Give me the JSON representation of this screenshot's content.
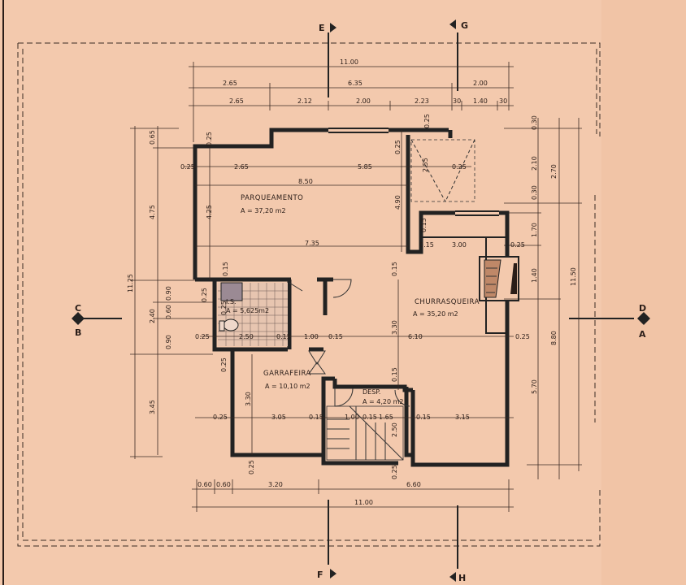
{
  "section_markers": {
    "E": "E",
    "G": "G",
    "F": "F",
    "H": "H",
    "C": "C",
    "B": "B",
    "D": "D",
    "A": "A"
  },
  "rooms": {
    "parqueamento": {
      "name": "PARQUEAMENTO",
      "area": "A = 37,20 m2"
    },
    "churrasqueira": {
      "name": "CHURRASQUEIRA",
      "area": "A = 35,20 m2"
    },
    "is": {
      "name": "I.S.",
      "area": "A = 5,625m2"
    },
    "garrafeira": {
      "name": "GARRAFEIRA",
      "area": "A = 10,10 m2"
    },
    "desp": {
      "name": "DESP.",
      "area": "A = 4,20 m2"
    }
  },
  "dimensions": {
    "top_total": "11.00",
    "top_r2": [
      "2.65",
      "6.35",
      "2.00"
    ],
    "top_r3": [
      "2.65",
      "2.12",
      "2.00",
      "2.23",
      "30",
      "1.40",
      "30"
    ],
    "park_w1": "2.65",
    "park_w2": "5.85",
    "park_total": "8.50",
    "park_wall": "0.25",
    "stair_h": "2.55",
    "stair_w": "0.25",
    "park_bottom": "7.35",
    "park_left_h": "4.25",
    "park_wall_top": "0.25",
    "park_right_h": "4.90",
    "park_right_top": "0.25",
    "left_outer": [
      "0.65",
      "4.75",
      "11.25",
      "2.40",
      "0.90",
      "0.60",
      "0.90",
      "3.45"
    ],
    "right_outer": [
      "0.30",
      "2.10",
      "0.30",
      "2.70",
      "1.70",
      "1.40",
      "11.50",
      "5.70",
      "8.80"
    ],
    "mid": {
      "is_top": "0.15",
      "is_left": "0.25",
      "is_right": "0.25",
      "is_w": "2.50",
      "is_wall": "0.15",
      "row_100": "1.00",
      "row_015": "0.15",
      "churr_w": "6.10",
      "churr_r": "0.25",
      "churr_h": "3.30",
      "churr_top1": "0.15",
      "churr_top2": "3.00",
      "churr_top3": "0.25",
      "churr_step": "0.15",
      "churr_left": "0.15"
    },
    "lower": {
      "garr_left": "0.25",
      "garr_h": "3.30",
      "garr_w": "3.05",
      "garr_wall": "0.15",
      "desp_a": "1.00",
      "desp_b": "0.15",
      "desp_c": "1.65",
      "desp_h": "2.50",
      "desp_r": "0.15",
      "churr_b": "3.15",
      "desp_top": "0.15",
      "bottom_wall_l": "0.25",
      "bottom_wall_r": "0.25",
      "garr_top_wall": "0.25"
    },
    "bottom_r1": [
      "0.60",
      "0.60",
      "3.20",
      "6.60"
    ],
    "bottom_total": "11.00"
  }
}
